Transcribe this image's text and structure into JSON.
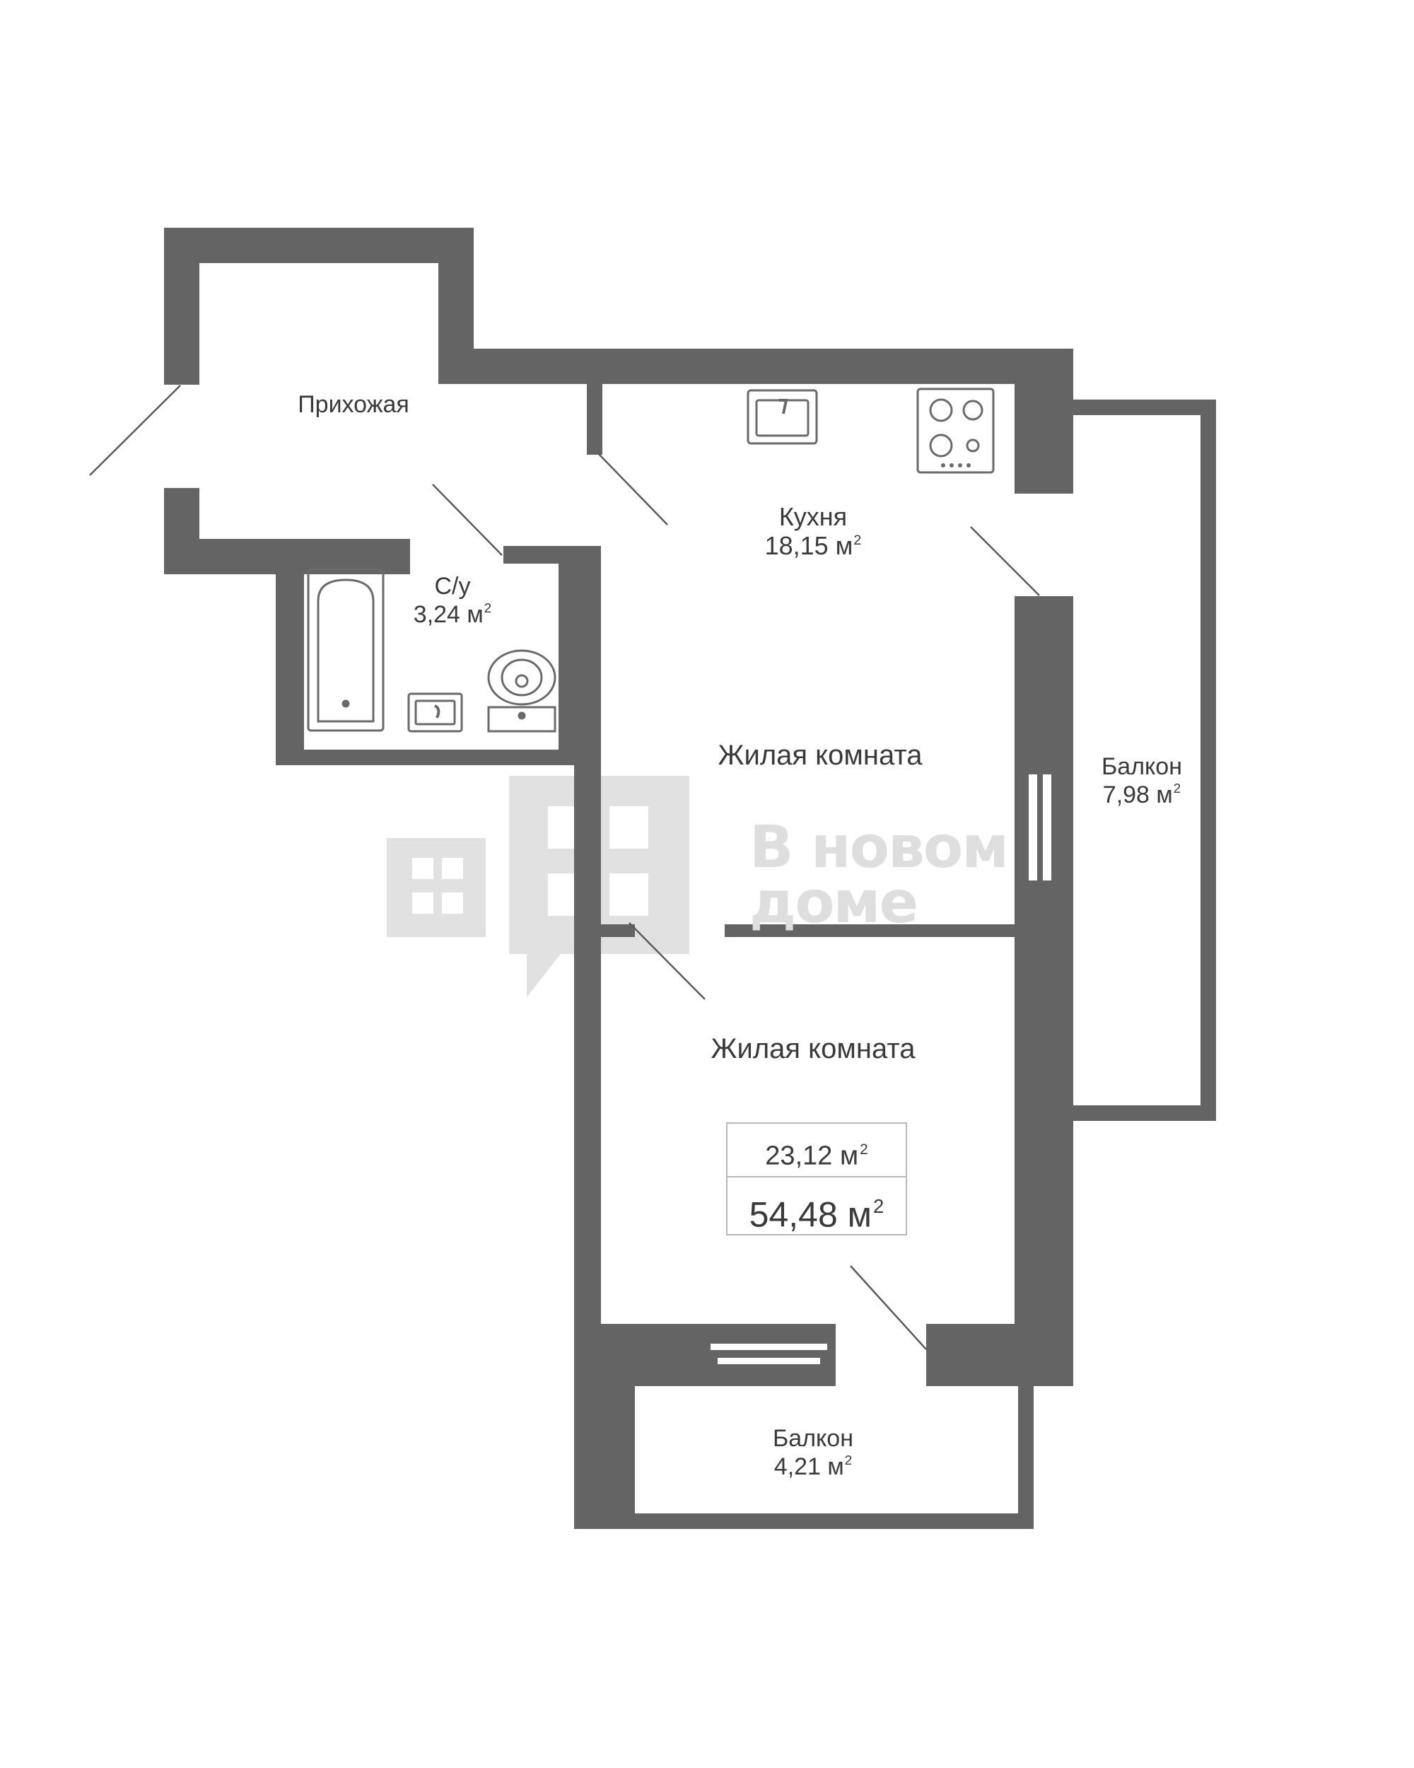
{
  "rooms": {
    "hallway": {
      "name": "Прихожая"
    },
    "bathroom": {
      "name": "С/у",
      "area": "3,24 м",
      "unit_sup": "2"
    },
    "kitchen": {
      "name": "Кухня",
      "area": "18,15 м",
      "unit_sup": "2"
    },
    "living_room_1": {
      "name": "Жилая комната"
    },
    "living_room_2": {
      "name": "Жилая комната"
    },
    "balcony_right": {
      "name": "Балкон",
      "area": "7,98 м",
      "unit_sup": "2"
    },
    "balcony_bottom": {
      "name": "Балкон",
      "area": "4,21 м",
      "unit_sup": "2"
    }
  },
  "area_box": {
    "living_area": "23,12 м",
    "total_area": "54,48 м",
    "unit_sup": "2"
  },
  "watermark": {
    "line1": "В новом",
    "line2": "доме"
  },
  "colors": {
    "wall": "#646464",
    "line": "#555555",
    "fixture": "#6a6a6a",
    "watermark": "#dedede"
  },
  "icons": [
    "logo-icon",
    "sink-icon",
    "stove-icon",
    "bathtub-icon",
    "washbasin-icon",
    "toilet-icon",
    "window-icon"
  ]
}
